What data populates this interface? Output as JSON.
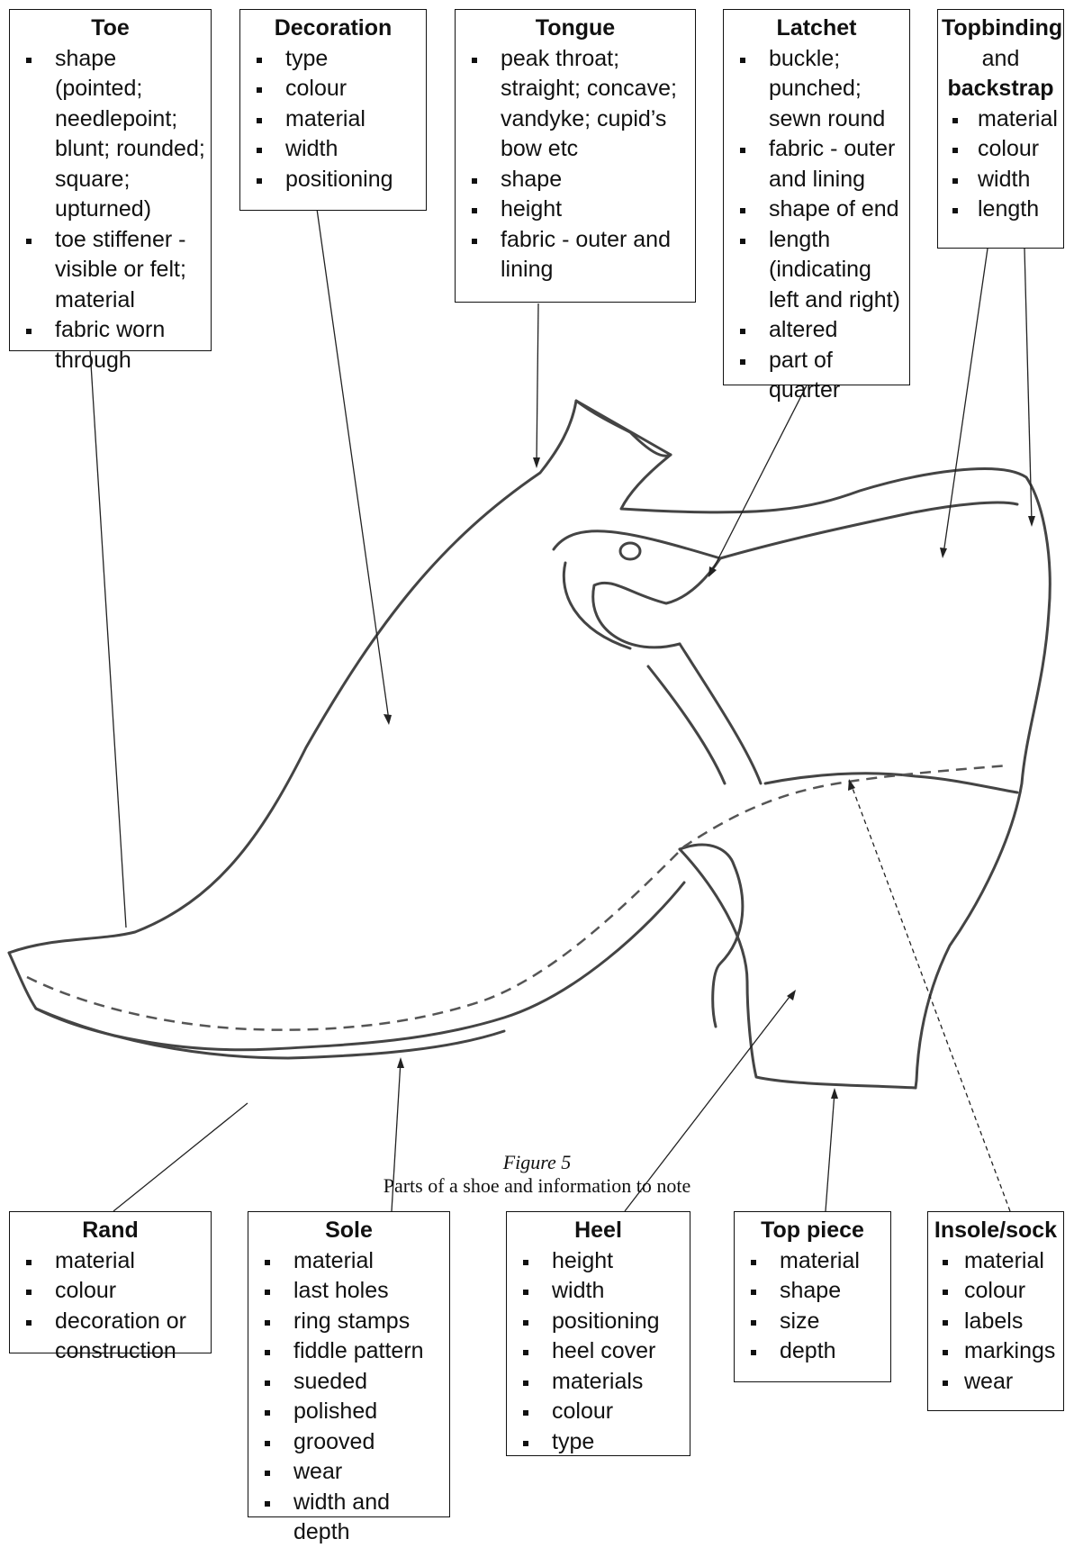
{
  "boxes": {
    "toe": {
      "title": "Toe",
      "items": [
        "shape (pointed; needlepoint; blunt; rounded; square; upturned)",
        "toe stiffener - visible or felt; material",
        "fabric worn through"
      ]
    },
    "decoration": {
      "title": "Decoration",
      "items": [
        "type",
        "colour",
        "material",
        "width",
        "positioning"
      ]
    },
    "tongue": {
      "title": "Tongue",
      "items": [
        "peak throat; straight; concave; vandyke; cupid’s bow etc",
        "shape",
        "height",
        "fabric - outer and lining"
      ]
    },
    "latchet": {
      "title": "Latchet",
      "items": [
        "buckle; punched; sewn round",
        "fabric - outer and lining",
        "shape of end",
        "length (indicating left and right)",
        "altered",
        "part of quarter"
      ]
    },
    "topbinding": {
      "title_a": "Topbinding",
      "title_b": "and",
      "title_c": "backstrap",
      "items": [
        "material",
        "colour",
        "width",
        "length"
      ]
    },
    "rand": {
      "title": "Rand",
      "items": [
        "material",
        "colour",
        "decoration or construction"
      ]
    },
    "sole": {
      "title": "Sole",
      "items": [
        "material",
        "last holes",
        "ring stamps",
        "fiddle pattern",
        "sueded",
        "polished",
        "grooved",
        "wear",
        "width and depth"
      ]
    },
    "heel": {
      "title": "Heel",
      "items": [
        "height",
        "width",
        "positioning",
        "heel cover",
        "materials",
        "colour",
        "type"
      ]
    },
    "top_piece": {
      "title": "Top piece",
      "items": [
        "material",
        "shape",
        "size",
        "depth"
      ]
    },
    "insole": {
      "title": "Insole/sock",
      "items": [
        "material",
        "colour",
        "labels",
        "markings",
        "wear"
      ]
    }
  },
  "caption": {
    "figure": "Figure 5",
    "text": "Parts of a shoe and information to note"
  }
}
